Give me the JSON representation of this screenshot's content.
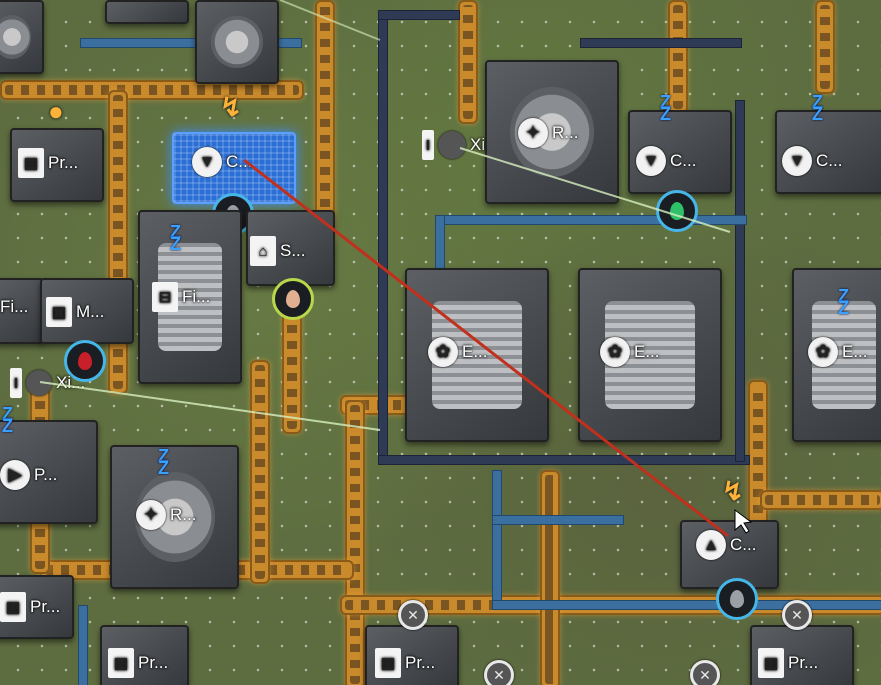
{
  "colors": {
    "belt": "#c98a2c",
    "pipe": "#3a6fa0",
    "selection": "#2a6fd6",
    "inserter_line": "#c0301c",
    "sleep_indicator": "#3aa0ff",
    "warning": "#ffb23a"
  },
  "buildings": [
    {
      "id": "b1",
      "short_label": "Pr...",
      "icon": "processor-icon"
    },
    {
      "id": "b2",
      "short_label": "C...",
      "icon": "crusher-icon",
      "selected": true
    },
    {
      "id": "b3",
      "short_label": "Fi...",
      "icon": "filter-icon"
    },
    {
      "id": "b4",
      "short_label": "S...",
      "icon": "sorter-icon"
    },
    {
      "id": "b5",
      "short_label": "Fi...",
      "icon": "filter-icon"
    },
    {
      "id": "b6",
      "short_label": "M...",
      "icon": "mixer-icon"
    },
    {
      "id": "b7",
      "short_label": "Xi...",
      "icon": "xi-icon"
    },
    {
      "id": "b8",
      "short_label": "P...",
      "icon": "press-icon"
    },
    {
      "id": "b9",
      "short_label": "R...",
      "icon": "refinery-icon"
    },
    {
      "id": "b10",
      "short_label": "Pr...",
      "icon": "processor-icon"
    },
    {
      "id": "b11",
      "short_label": "Pr...",
      "icon": "processor-icon"
    },
    {
      "id": "b12",
      "short_label": "Xi...",
      "icon": "xi-icon"
    },
    {
      "id": "b13",
      "short_label": "R...",
      "icon": "refinery-icon"
    },
    {
      "id": "b14",
      "short_label": "C...",
      "icon": "crusher-icon"
    },
    {
      "id": "b15",
      "short_label": "C...",
      "icon": "crusher-icon"
    },
    {
      "id": "b16",
      "short_label": "E...",
      "icon": "electrolyzer-icon"
    },
    {
      "id": "b17",
      "short_label": "E...",
      "icon": "electrolyzer-icon"
    },
    {
      "id": "b18",
      "short_label": "E...",
      "icon": "electrolyzer-icon"
    },
    {
      "id": "b19",
      "short_label": "C...",
      "icon": "crusher-icon"
    },
    {
      "id": "b20",
      "short_label": "Pr...",
      "icon": "processor-icon"
    },
    {
      "id": "b21",
      "short_label": "Pr...",
      "icon": "processor-icon"
    }
  ]
}
